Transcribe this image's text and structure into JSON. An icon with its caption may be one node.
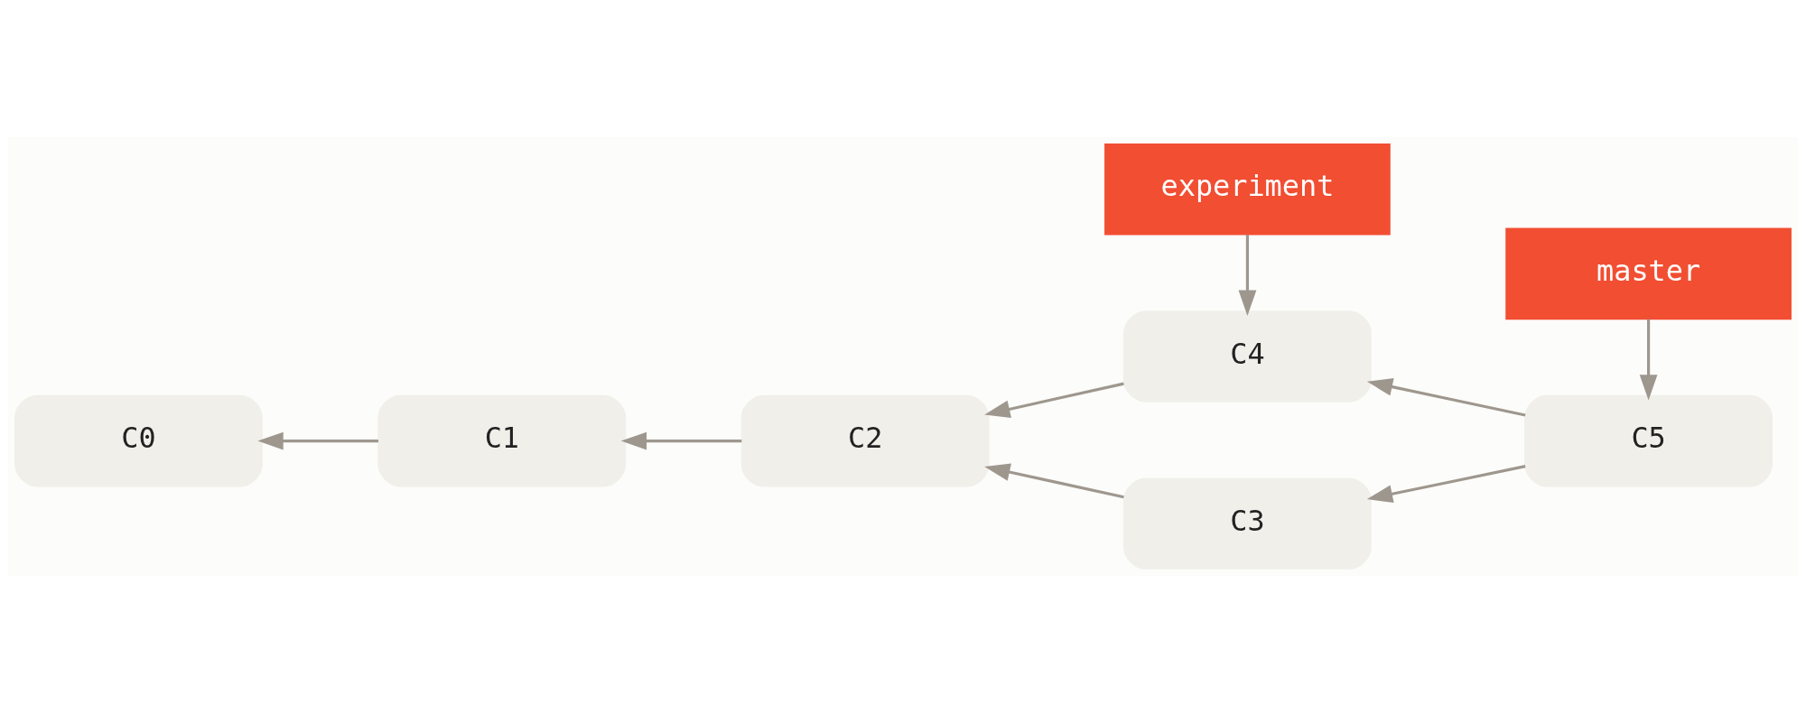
{
  "diagram": {
    "nodes": [
      {
        "text": [
          "experiment"
        ]
      },
      {
        "text": [
          "C4"
        ]
      },
      {
        "text": [
          "C0"
        ]
      },
      {
        "text": [
          "C1"
        ]
      },
      {
        "text": [
          "C2"
        ]
      },
      {
        "text": [
          "C3"
        ]
      },
      {
        "text": [
          "C5"
        ]
      },
      {
        "text": [
          "master"
        ]
      }
    ],
    "edges": [
      {
        "from": 0,
        "to": 1,
        "arrow": "to"
      },
      {
        "from": 1,
        "to": 4,
        "arrow": "to"
      },
      {
        "from": 6,
        "to": 1,
        "arrow": "to"
      },
      {
        "from": 3,
        "to": 2,
        "arrow": "to"
      },
      {
        "from": 4,
        "to": 3,
        "arrow": "to"
      },
      {
        "from": 5,
        "to": 4,
        "arrow": "to"
      },
      {
        "from": 6,
        "to": 5,
        "arrow": "to"
      },
      {
        "from": 7,
        "to": 6,
        "arrow": "to"
      }
    ]
  }
}
